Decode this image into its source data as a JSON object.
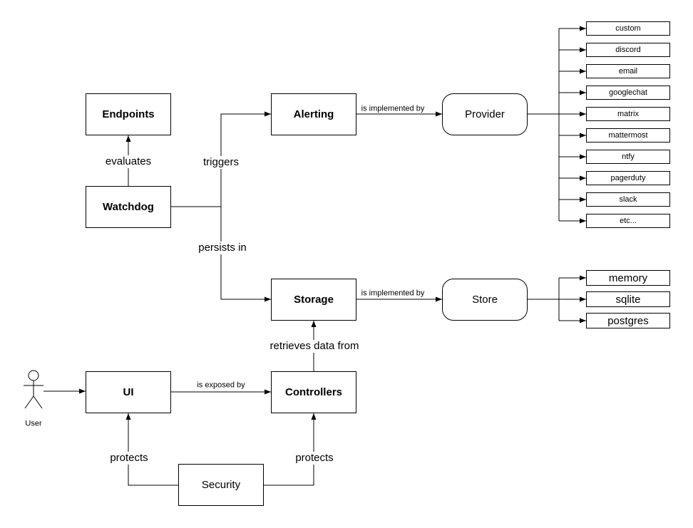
{
  "diagram": {
    "nodes": {
      "endpoints": "Endpoints",
      "watchdog": "Watchdog",
      "alerting": "Alerting",
      "provider": "Provider",
      "storage": "Storage",
      "store": "Store",
      "ui": "UI",
      "controllers": "Controllers",
      "security": "Security"
    },
    "actor": {
      "label": "User"
    },
    "labels": {
      "evaluates": "evaluates",
      "triggers": "triggers",
      "persists_in": "persists in",
      "alerting_implemented_by": "is implemented by",
      "storage_implemented_by": "is implemented by",
      "retrieves_data_from": "retrieves data from",
      "is_exposed_by": "is exposed by",
      "protects_ui": "protects",
      "protects_controllers": "protects"
    },
    "providers": [
      "custom",
      "discord",
      "email",
      "googlechat",
      "matrix",
      "mattermost",
      "ntfy",
      "pagerduty",
      "slack",
      "etc..."
    ],
    "stores": [
      "memory",
      "sqlite",
      "postgres"
    ],
    "colors": {
      "stroke": "#000000",
      "fill": "#ffffff",
      "text": "#000000"
    }
  }
}
